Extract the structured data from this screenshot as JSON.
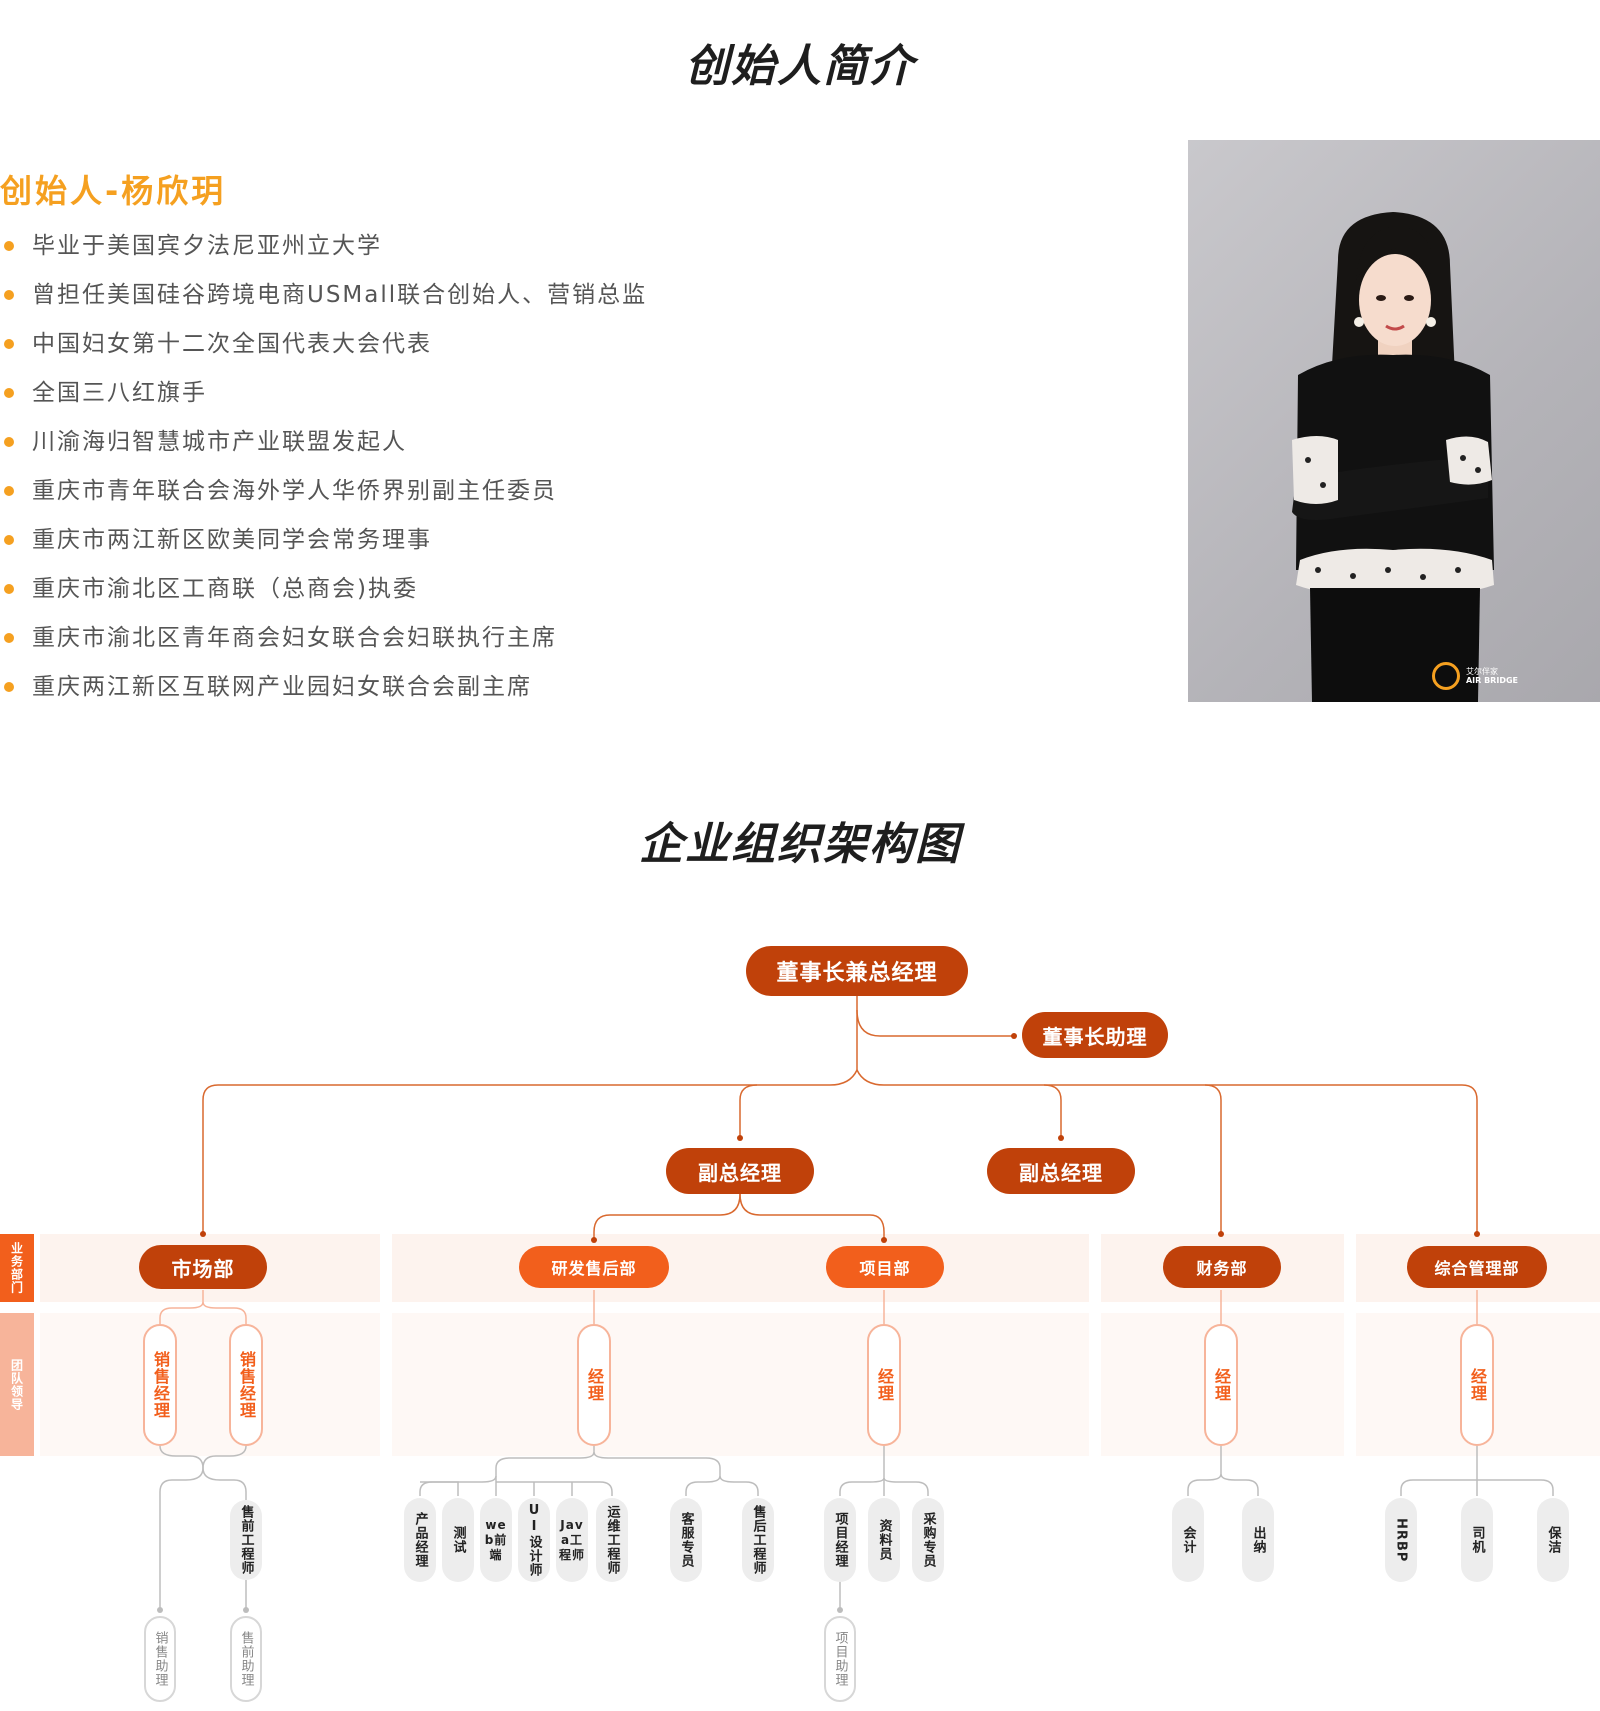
{
  "founder_section": {
    "title": "创始人简介",
    "name": "创始人-杨欣玥",
    "bio": [
      "毕业于美国宾夕法尼亚州立大学",
      "曾担任美国硅谷跨境电商USMall联合创始人、营销总监",
      "中国妇女第十二次全国代表大会代表",
      "全国三八红旗手",
      "川渝海归智慧城市产业联盟发起人",
      "重庆市青年联合会海外学人华侨界别副主任委员",
      "重庆市两江新区欧美同学会常务理事",
      "重庆市渝北区工商联（总商会)执委",
      "重庆市渝北区青年商会妇女联合会妇联执行主席",
      "重庆两江新区互联网产业园妇女联合会副主席"
    ],
    "photo_logo": {
      "line1": "艾尔伴家",
      "line2": "AIR BRIDGE"
    }
  },
  "org_section": {
    "title": "企业组织架构图",
    "side_tags": {
      "business": "业务部门",
      "leaders": "团队领导"
    },
    "top": "董事长兼总经理",
    "assistant": "董事长助理",
    "vp_left": "副总经理",
    "vp_right": "副总经理",
    "departments": {
      "market": "市场部",
      "rnd": "研发售后部",
      "project": "项目部",
      "finance": "财务部",
      "admin": "综合管理部"
    },
    "leaders": {
      "market_1": "销售经理",
      "market_2": "销售经理",
      "rnd": "经理",
      "project": "经理",
      "finance": "经理",
      "admin": "经理"
    },
    "staff": {
      "market": [
        "售前工程师"
      ],
      "market_sub": [
        "销售助理",
        "售前助理"
      ],
      "rnd": [
        "产品经理",
        "测试",
        "web前端",
        "UI设计师",
        "Java工程师",
        "运维工程师",
        "客服专员",
        "售后工程师"
      ],
      "project": [
        "项目经理",
        "资料员",
        "采购专员"
      ],
      "project_sub": [
        "项目助理"
      ],
      "finance": [
        "会计",
        "出纳"
      ],
      "admin": [
        "HRBP",
        "司机",
        "保洁"
      ]
    }
  },
  "colors": {
    "accent_gold": "#f5a020",
    "dark_orange": "#c0410a",
    "orange": "#f25f1c",
    "band": "#fdf3ee"
  }
}
